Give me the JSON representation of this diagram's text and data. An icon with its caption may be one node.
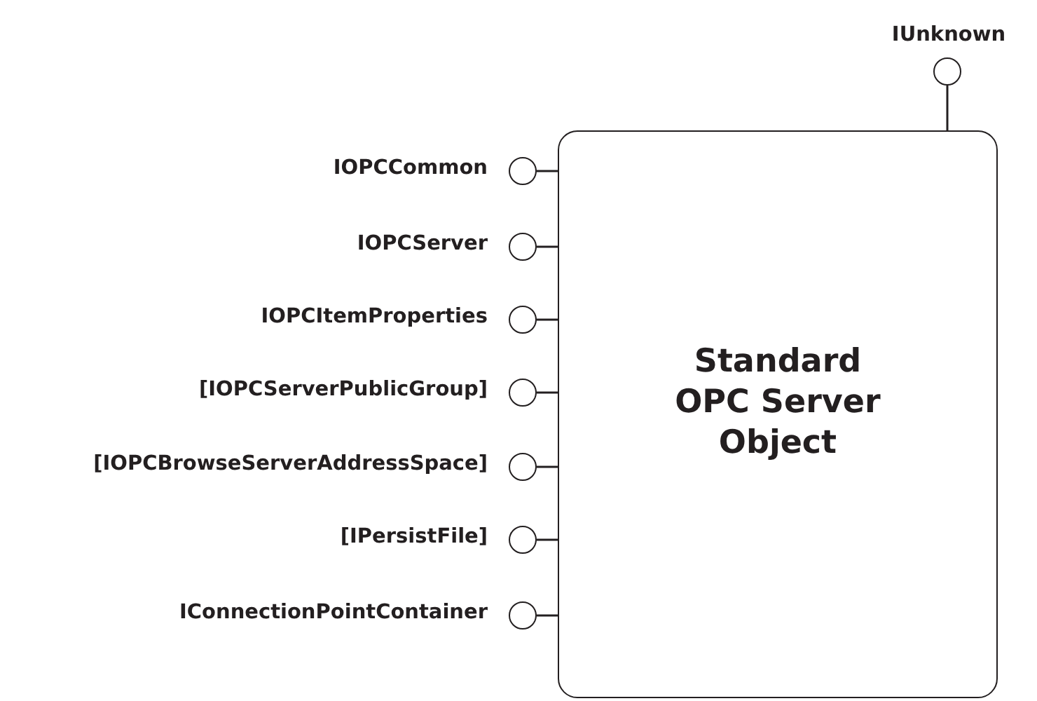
{
  "diagram": {
    "nodes": [
      {
        "text": [
          "Standard OPC Server Object"
        ]
      },
      {
        "text": [
          "IUnknown"
        ]
      },
      {
        "text": [
          "IOPCCommon"
        ]
      },
      {
        "text": [
          "IOPCServer"
        ]
      },
      {
        "text": [
          "IOPCItemProperties"
        ]
      },
      {
        "text": [
          "[IOPCServerPublicGroup]"
        ]
      },
      {
        "text": [
          "[IOPCBrowseServerAddressSpace]"
        ]
      },
      {
        "text": [
          "[IPersistFile]"
        ]
      },
      {
        "text": [
          "IConnectionPointContainer"
        ]
      }
    ],
    "edges": [
      {
        "from": 1,
        "to": 0,
        "arrow": "none"
      },
      {
        "from": 2,
        "to": 0,
        "arrow": "none"
      },
      {
        "from": 3,
        "to": 0,
        "arrow": "none"
      },
      {
        "from": 4,
        "to": 0,
        "arrow": "none"
      },
      {
        "from": 5,
        "to": 0,
        "arrow": "none"
      },
      {
        "from": 6,
        "to": 0,
        "arrow": "none"
      },
      {
        "from": 7,
        "to": 0,
        "arrow": "none"
      },
      {
        "from": 8,
        "to": 0,
        "arrow": "none"
      }
    ]
  }
}
